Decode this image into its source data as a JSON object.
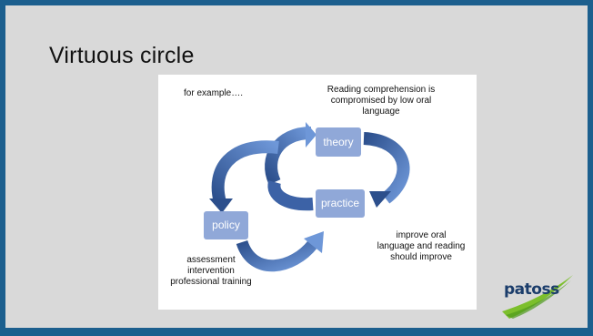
{
  "slide": {
    "title": "Virtuous circle"
  },
  "diagram": {
    "example_label": "for example….",
    "nodes": {
      "theory": "theory",
      "practice": "practice",
      "policy": "policy"
    },
    "annotations": {
      "theory_line1": "Reading comprehension is",
      "theory_line2": "compromised by low oral",
      "theory_line3": "language",
      "practice_line1": "improve oral",
      "practice_line2": "language and reading",
      "practice_line3": "should improve",
      "policy_line1": "assessment",
      "policy_line2": "intervention",
      "policy_line3": "professional training"
    }
  },
  "logo": {
    "text": "patoss",
    "colors": {
      "text": "#1b3d6b",
      "swoosh": "#7cbf2c"
    }
  },
  "colors": {
    "frame": "#1c5f8e",
    "slide_background": "#d9d9d9",
    "box": "#90a8d8",
    "arrow_light": "#6e97d8",
    "arrow_dark": "#2c4f8c"
  }
}
